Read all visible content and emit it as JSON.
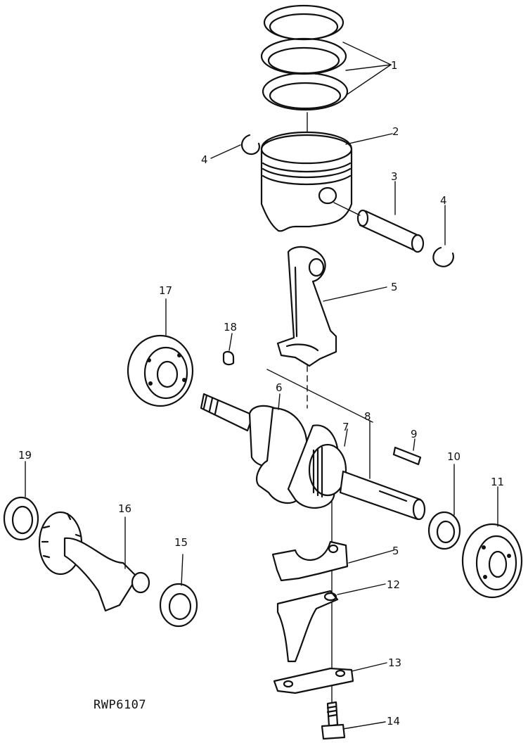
{
  "figure_code": "RWP6107",
  "callouts": [
    {
      "id": "c1",
      "label": "1"
    },
    {
      "id": "c2",
      "label": "2"
    },
    {
      "id": "c3",
      "label": "3"
    },
    {
      "id": "c4a",
      "label": "4"
    },
    {
      "id": "c4b",
      "label": "4"
    },
    {
      "id": "c5a",
      "label": "5"
    },
    {
      "id": "c5b",
      "label": "5"
    },
    {
      "id": "c6",
      "label": "6"
    },
    {
      "id": "c7",
      "label": "7"
    },
    {
      "id": "c8",
      "label": "8"
    },
    {
      "id": "c9",
      "label": "9"
    },
    {
      "id": "c10",
      "label": "10"
    },
    {
      "id": "c11",
      "label": "11"
    },
    {
      "id": "c12",
      "label": "12"
    },
    {
      "id": "c13",
      "label": "13"
    },
    {
      "id": "c14",
      "label": "14"
    },
    {
      "id": "c15",
      "label": "15"
    },
    {
      "id": "c16",
      "label": "16"
    },
    {
      "id": "c17",
      "label": "17"
    },
    {
      "id": "c18",
      "label": "18"
    },
    {
      "id": "c19",
      "label": "19"
    }
  ]
}
